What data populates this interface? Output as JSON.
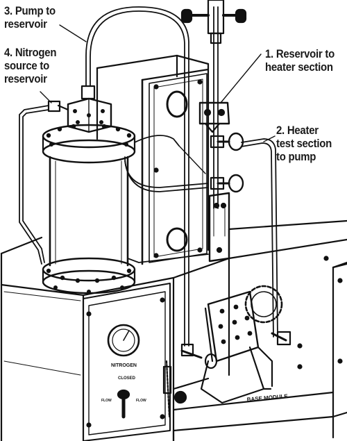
{
  "figure": {
    "style": "line-drawing",
    "ink_color": "#111111",
    "paper_color": "#ffffff"
  },
  "callouts": [
    {
      "id": "c3",
      "lines": [
        "3. Pump to",
        "reservoir"
      ]
    },
    {
      "id": "c4",
      "lines": [
        "4. Nitrogen",
        "source to",
        "reservoir"
      ]
    },
    {
      "id": "c1",
      "lines": [
        "1. Reservoir to",
        "heater section"
      ]
    },
    {
      "id": "c2",
      "lines": [
        "2. Heater",
        "test section",
        "to pump"
      ]
    }
  ],
  "panel": {
    "gauge_label": "NITROGEN",
    "valve_label": "CLOSED",
    "left_knob_label": "FLOW",
    "right_knob_label": "FLOW"
  },
  "base_label": "BASE MODULE"
}
